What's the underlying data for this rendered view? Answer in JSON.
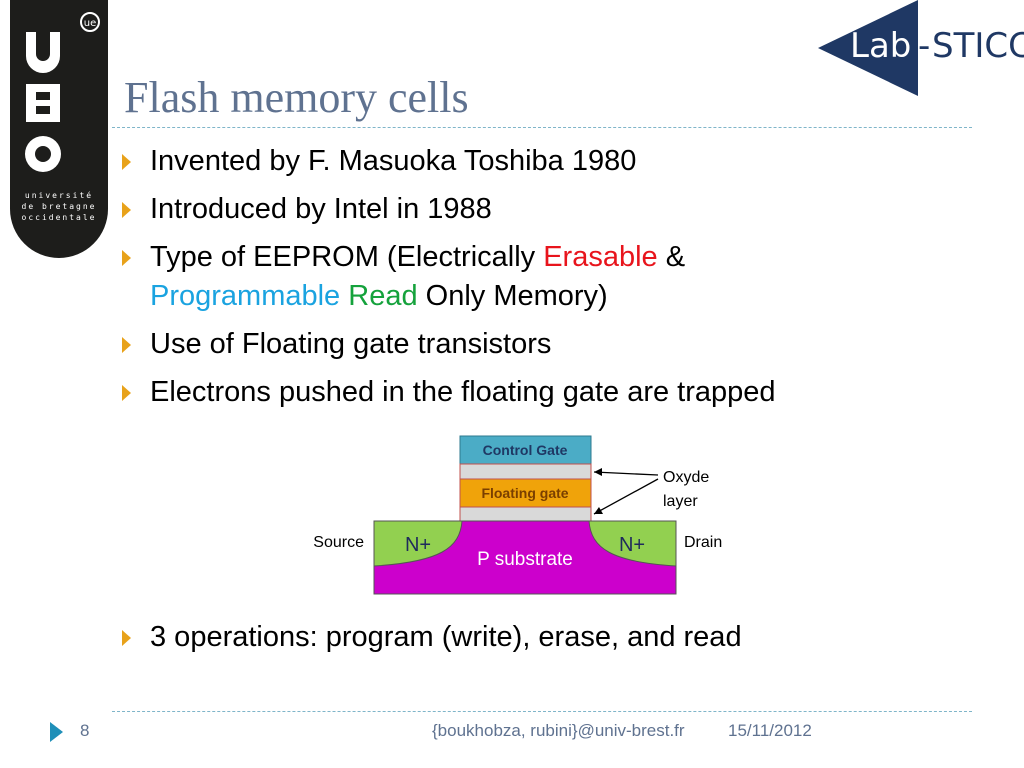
{
  "logo": {
    "ue_mark": "ue",
    "university_text": "université\nde bretagne\noccidentale",
    "lab_part1": "Lab",
    "lab_part2": "STICC"
  },
  "slide": {
    "title": "Flash memory cells",
    "bullets": [
      {
        "text": "Invented by F. Masuoka Toshiba 1980"
      },
      {
        "text": "Introduced by Intel in 1988"
      },
      {
        "text_a": "Type of EEPROM (Electrically ",
        "text_erasable": "Erasable",
        "text_b": " & ",
        "text_programmable": "Programmable",
        "text_c": " ",
        "text_read": "Read",
        "text_d": " Only Memory)"
      },
      {
        "text": "Use of Floating gate transistors"
      },
      {
        "text": "Electrons pushed in the floating gate are trapped"
      }
    ],
    "final_bullet": "3 operations: program (write), erase, and read"
  },
  "diagram": {
    "control_gate": "Control Gate",
    "floating_gate": "Floating gate",
    "oxyde_1": "Oxyde",
    "oxyde_2": "layer",
    "source": "Source",
    "drain": "Drain",
    "n_left": "N+",
    "n_right": "N+",
    "substrate": "P substrate",
    "colors": {
      "control_gate": "#4bacc6",
      "floating_gate": "#f0a30a",
      "oxide": "#d9d9d9",
      "n_region": "#92d050",
      "substrate": "#cc00cc"
    }
  },
  "footer": {
    "page": "8",
    "authors": "{boukhobza, rubini}@univ-brest.fr",
    "date": "15/11/2012"
  },
  "colors": {
    "accent": "#e8a21a",
    "title": "#5f7290",
    "erasable": "#e8141c",
    "programmable": "#1aa3e0",
    "read": "#15a23c"
  }
}
